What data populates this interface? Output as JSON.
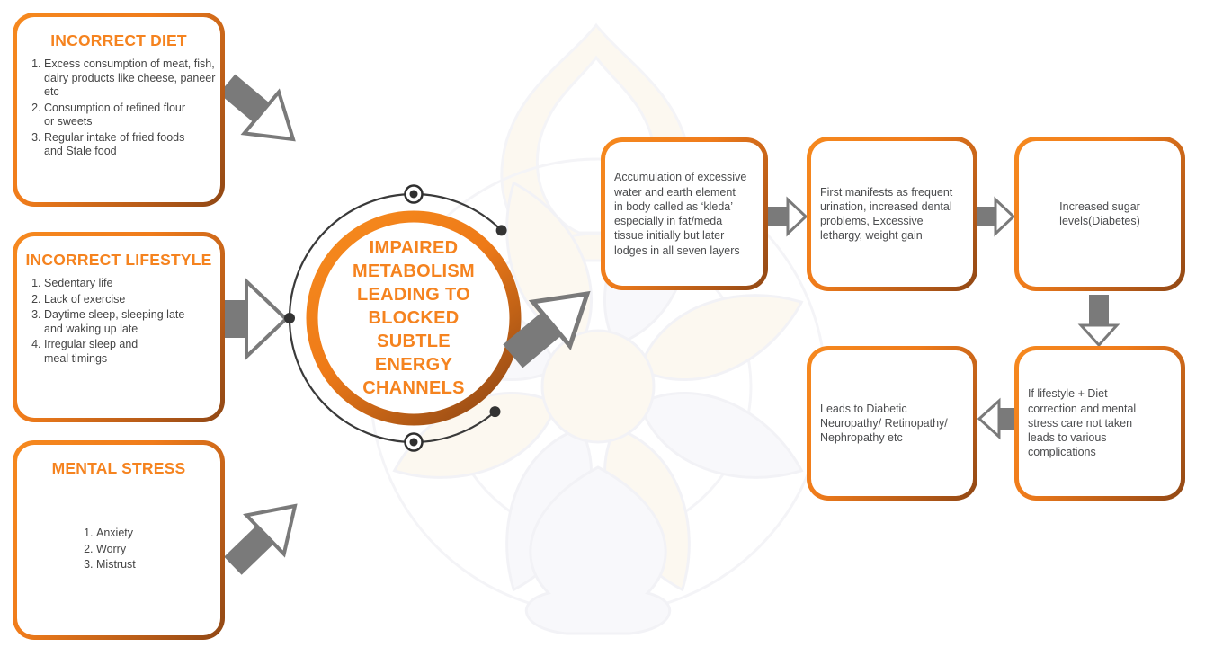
{
  "colors": {
    "accent_orange": "#F5831F",
    "accent_dark_orange": "#8F4714",
    "arrow_gray": "#7A7A7A",
    "arc_dark": "#3A3A3A",
    "body_text": "#4B4C4E",
    "watermark_cream": "#FBF3E4",
    "watermark_gray": "#ECECF2"
  },
  "icons": {
    "watermark": "lotus-mandala-watermark",
    "node_markers": "bullseye-and-dot-markers"
  },
  "left_boxes": [
    {
      "title": "INCORRECT DIET",
      "items": [
        "Excess consumption of meat, fish,\ndairy products like cheese, paneer\netc",
        "Consumption of refined flour\nor sweets",
        "Regular intake of fried foods\nand Stale food"
      ]
    },
    {
      "title": "INCORRECT LIFESTYLE",
      "items": [
        "Sedentary life",
        "Lack of exercise",
        "Daytime sleep, sleeping late\nand waking up late",
        "Irregular sleep and\nmeal timings"
      ]
    },
    {
      "title": "MENTAL STRESS",
      "items": [
        "Anxiety",
        "Worry",
        "Mistrust"
      ]
    }
  ],
  "center": {
    "label": "IMPAIRED\nMETABOLISM\nLEADING TO\nBLOCKED\nSUBTLE\nENERGY\nCHANNELS"
  },
  "flow_boxes": [
    {
      "text": "Accumulation of excessive\nwater and earth element\nin body called as ‘kleda’\nespecially in fat/meda\ntissue initially but later\nlodges in all seven layers"
    },
    {
      "text": "First manifests as frequent\nurination, increased dental\nproblems, Excessive\nlethargy, weight gain"
    },
    {
      "text": "Increased sugar\nlevels(Diabetes)"
    },
    {
      "text": "If lifestyle + Diet\ncorrection and mental\nstress care not taken\nleads to various\ncomplications"
    },
    {
      "text": "Leads to Diabetic\nNeuropathy/ Retinopathy/\nNephropathy etc"
    }
  ]
}
